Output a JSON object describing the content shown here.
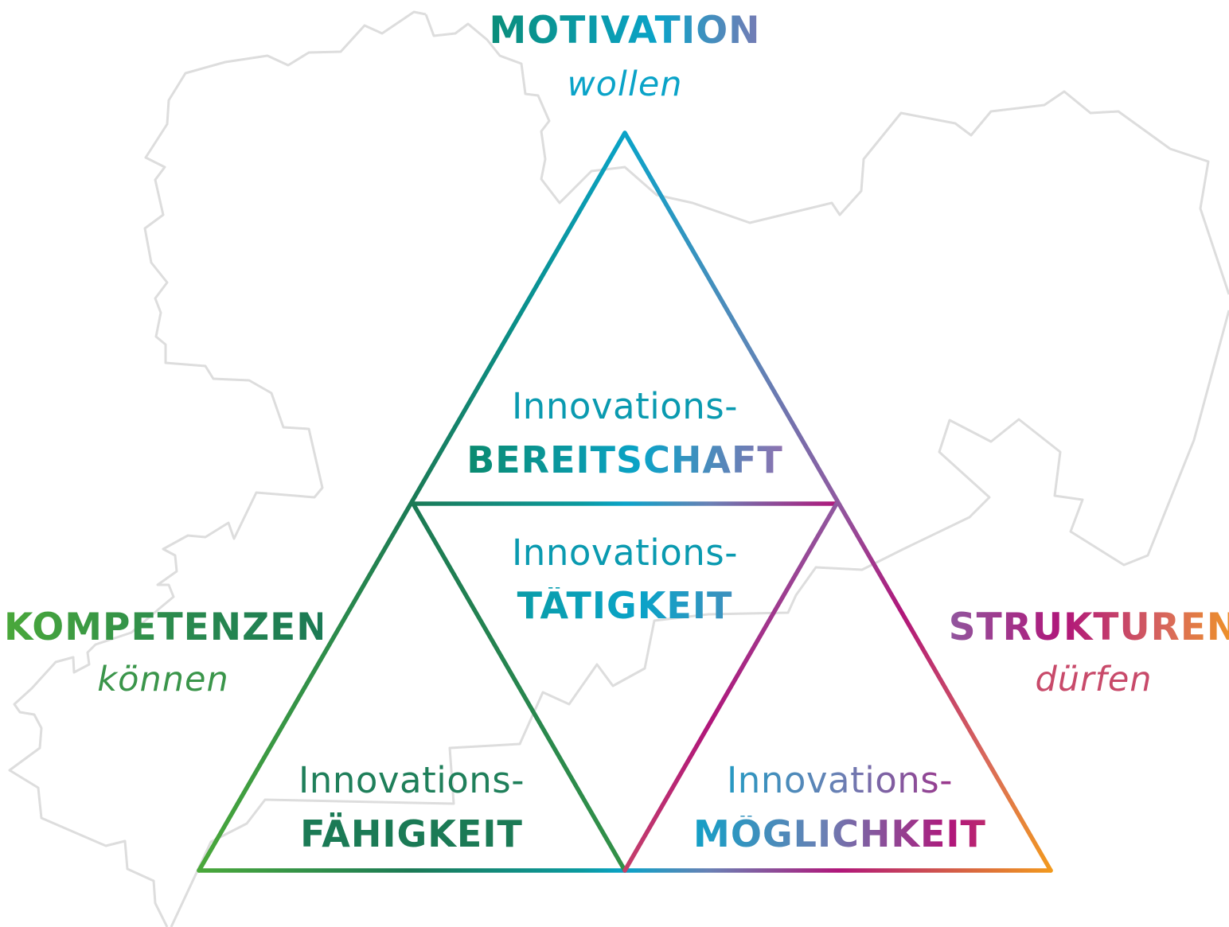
{
  "background": {
    "map_icon": "region-map-outline",
    "map_color": "#dddddd"
  },
  "colors": {
    "green": "#4aa83a",
    "dark_green": "#1b7a55",
    "teal": "#0a8f8a",
    "cyan": "#0aa3c8",
    "lavender": "#8f72b0",
    "magenta": "#b0167a",
    "orange": "#f29a1d"
  },
  "top": {
    "title": "MOTIVATION",
    "subtitle": "wollen"
  },
  "left": {
    "title": "KOMPETENZEN",
    "subtitle": "können"
  },
  "right": {
    "title": "STRUKTUREN",
    "subtitle": "dürfen"
  },
  "cells": {
    "top": {
      "prefix": "Innovations-",
      "word": "BEREITSCHAFT"
    },
    "center": {
      "prefix": "Innovations-",
      "word": "TÄTIGKEIT"
    },
    "left": {
      "prefix": "Innovations-",
      "word": "FÄHIGKEIT"
    },
    "right": {
      "prefix": "Innovations-",
      "word": "MÖGLICHKEIT"
    }
  }
}
